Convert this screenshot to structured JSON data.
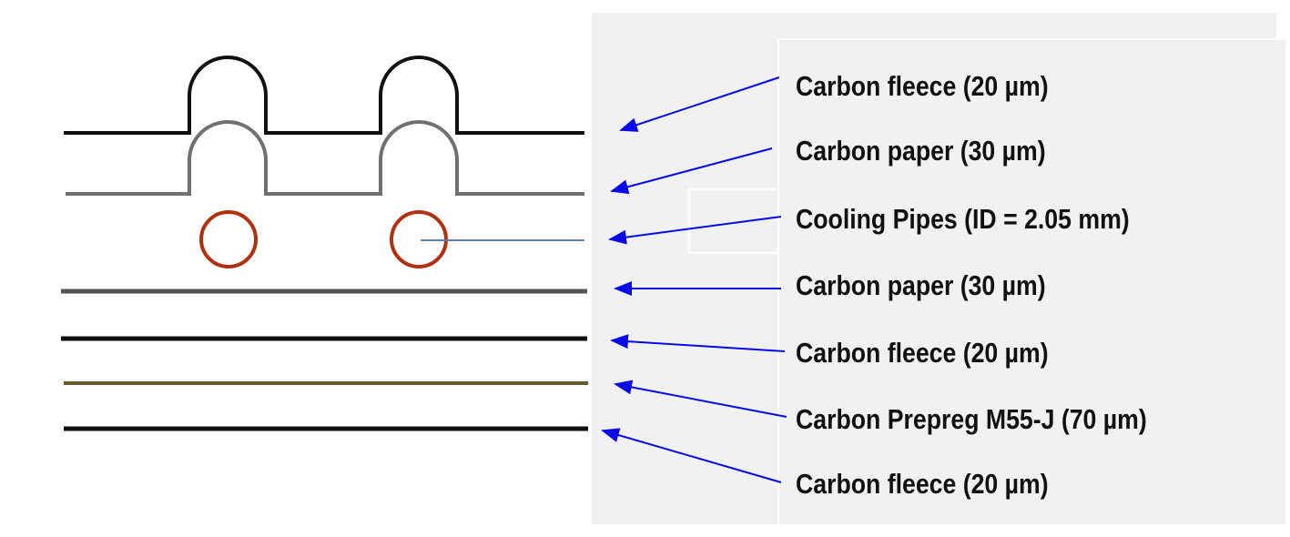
{
  "diagram": {
    "labels": [
      "Carbon fleece (20 µm)",
      "Carbon paper (30 µm)",
      "Cooling Pipes (ID = 2.05 mm)",
      "Carbon paper (30 µm)",
      "Carbon fleece (20 µm)",
      "Carbon Prepreg M55-J (70 µm)",
      "Carbon fleece (20 µm)"
    ],
    "colors": {
      "arrow": "#0a0ae6",
      "pipe": "#b03010",
      "fleece": "#111111",
      "paper": "#707070",
      "prepreg": "#6b5a2e",
      "panel": "#f1f1f1"
    }
  }
}
